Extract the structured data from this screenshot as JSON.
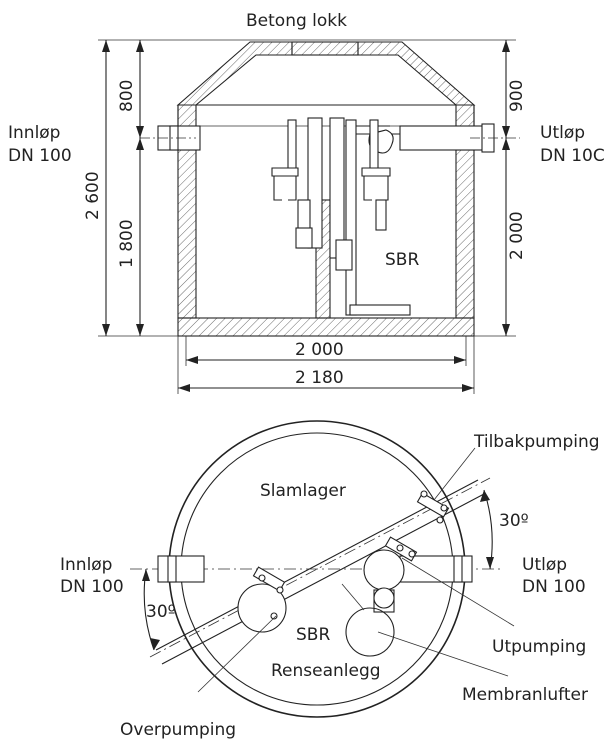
{
  "section_view": {
    "lid_label": "Betong lokk",
    "inlet_label_line1": "Innløp",
    "inlet_label_line2": "DN 100",
    "outlet_label_line1": "Utløp",
    "outlet_label_line2": "DN 10C",
    "chamber_label": "SBR",
    "dim_total_height": "2 600",
    "dim_top_left": "800",
    "dim_bottom_left": "1 800",
    "dim_top_right": "900",
    "dim_bottom_right": "2 000",
    "dim_inner_width": "2 000",
    "dim_outer_width": "2 180"
  },
  "plan_view": {
    "backflow_label": "Tilbakpumping",
    "sludge_label": "Slamlager",
    "angle_right": "30º",
    "angle_left": "30º",
    "inlet_label_line1": "Innløp",
    "inlet_label_line2": "DN 100",
    "outlet_label_line1": "Utløp",
    "outlet_label_line2": "DN 100",
    "sbr_label": "SBR",
    "pump_out_label": "Utpumping",
    "treatment_label": "Renseanlegg",
    "aerator_label": "Membranlufter",
    "overflow_label": "Overpumping"
  }
}
